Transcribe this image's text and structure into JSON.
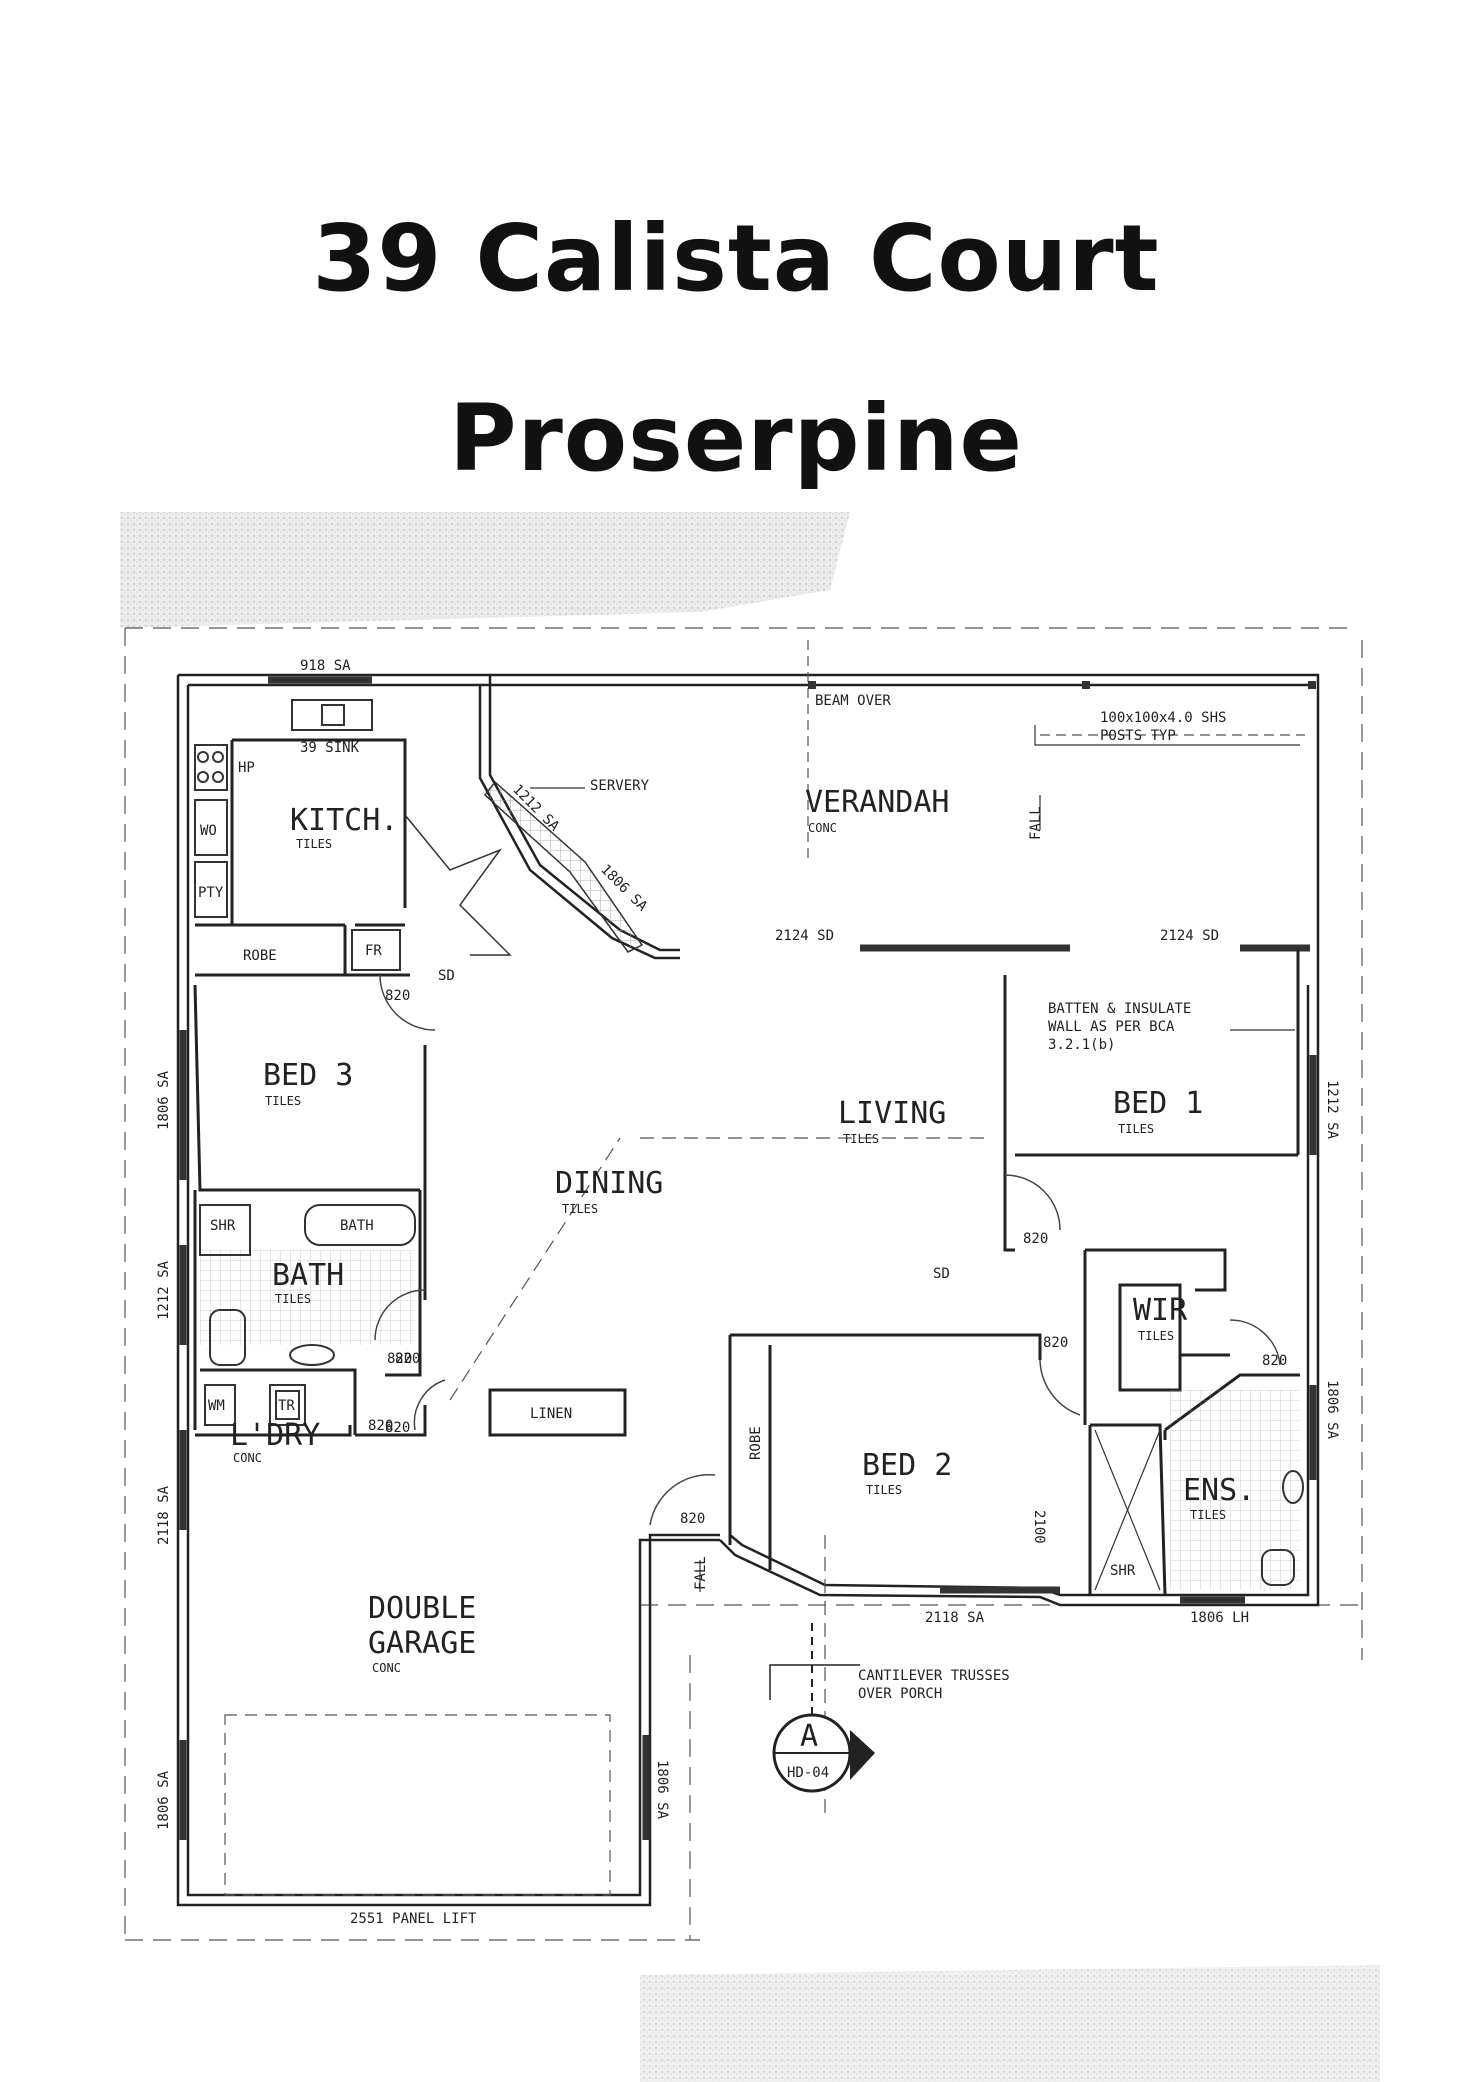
{
  "heading": {
    "line1": "39 Calista Court",
    "line2": "Proserpine"
  },
  "rooms": {
    "kitchen": {
      "name": "KITCH.",
      "finish": "TILES"
    },
    "verandah": {
      "name": "VERANDAH",
      "finish": "CONC"
    },
    "bed3": {
      "name": "BED 3",
      "finish": "TILES"
    },
    "living": {
      "name": "LIVING",
      "finish": "TILES"
    },
    "dining": {
      "name": "DINING",
      "finish": "TILES"
    },
    "bed1": {
      "name": "BED 1",
      "finish": "TILES"
    },
    "bath": {
      "name": "BATH",
      "finish": "TILES"
    },
    "wir": {
      "name": "WIR",
      "finish": "TILES"
    },
    "bed2": {
      "name": "BED 2",
      "finish": "TILES"
    },
    "ens": {
      "name": "ENS.",
      "finish": "TILES"
    },
    "laundry": {
      "name": "L'DRY",
      "finish": "CONC"
    },
    "garage": {
      "line1": "DOUBLE",
      "line2": "GARAGE",
      "finish": "CONC"
    }
  },
  "fixtures": {
    "hp": "HP",
    "wo": "WO",
    "pty": "PTY",
    "sink": "39 SINK",
    "fr": "FR",
    "robe_bed3": "ROBE",
    "shr_bath": "SHR",
    "bath_tub": "BATH",
    "wm": "WM",
    "tr": "TR",
    "linen": "LINEN",
    "robe_bed2": "ROBE",
    "shr_ens": "SHR",
    "servery": "SERVERY"
  },
  "notes": {
    "beam_over": "BEAM OVER",
    "posts_1": "100x100x4.0 SHS",
    "posts_2": "POSTS TYP",
    "fall_verandah": "FALL",
    "batten_1": "BATTEN & INSULATE",
    "batten_2": "WALL AS PER BCA",
    "batten_3": "3.2.1(b)",
    "fall_porch": "FALL",
    "cantilever_1": "CANTILEVER TRUSSES",
    "cantilever_2": "OVER PORCH",
    "section_letter": "A",
    "section_ref": "HD-04",
    "sd_1": "SD",
    "sd_2": "SD"
  },
  "dimensions": {
    "top_window": "918 SA",
    "window_1212": "1212 SA",
    "window_1806": "1806 SA",
    "sd_a": "2124 SD",
    "sd_b": "2124 SD",
    "left_1": "1806 SA",
    "left_2": "1212 SA",
    "left_3": "2118 SA",
    "left_4": "1806 SA",
    "right_1": "1212 SA",
    "right_2": "1806 SA",
    "right_3": "1806 SA",
    "bottom_bed2": "2118 SA",
    "bottom_ens": "1806 LH",
    "garage_door": "2551 PANEL LIFT",
    "bed2_height": "2100",
    "door_a": "820",
    "door_b": "820",
    "door_c": "820",
    "door_d": "820",
    "door_e": "820",
    "door_f": "820",
    "door_g": "820",
    "door_h": "820",
    "door_i": "820"
  }
}
